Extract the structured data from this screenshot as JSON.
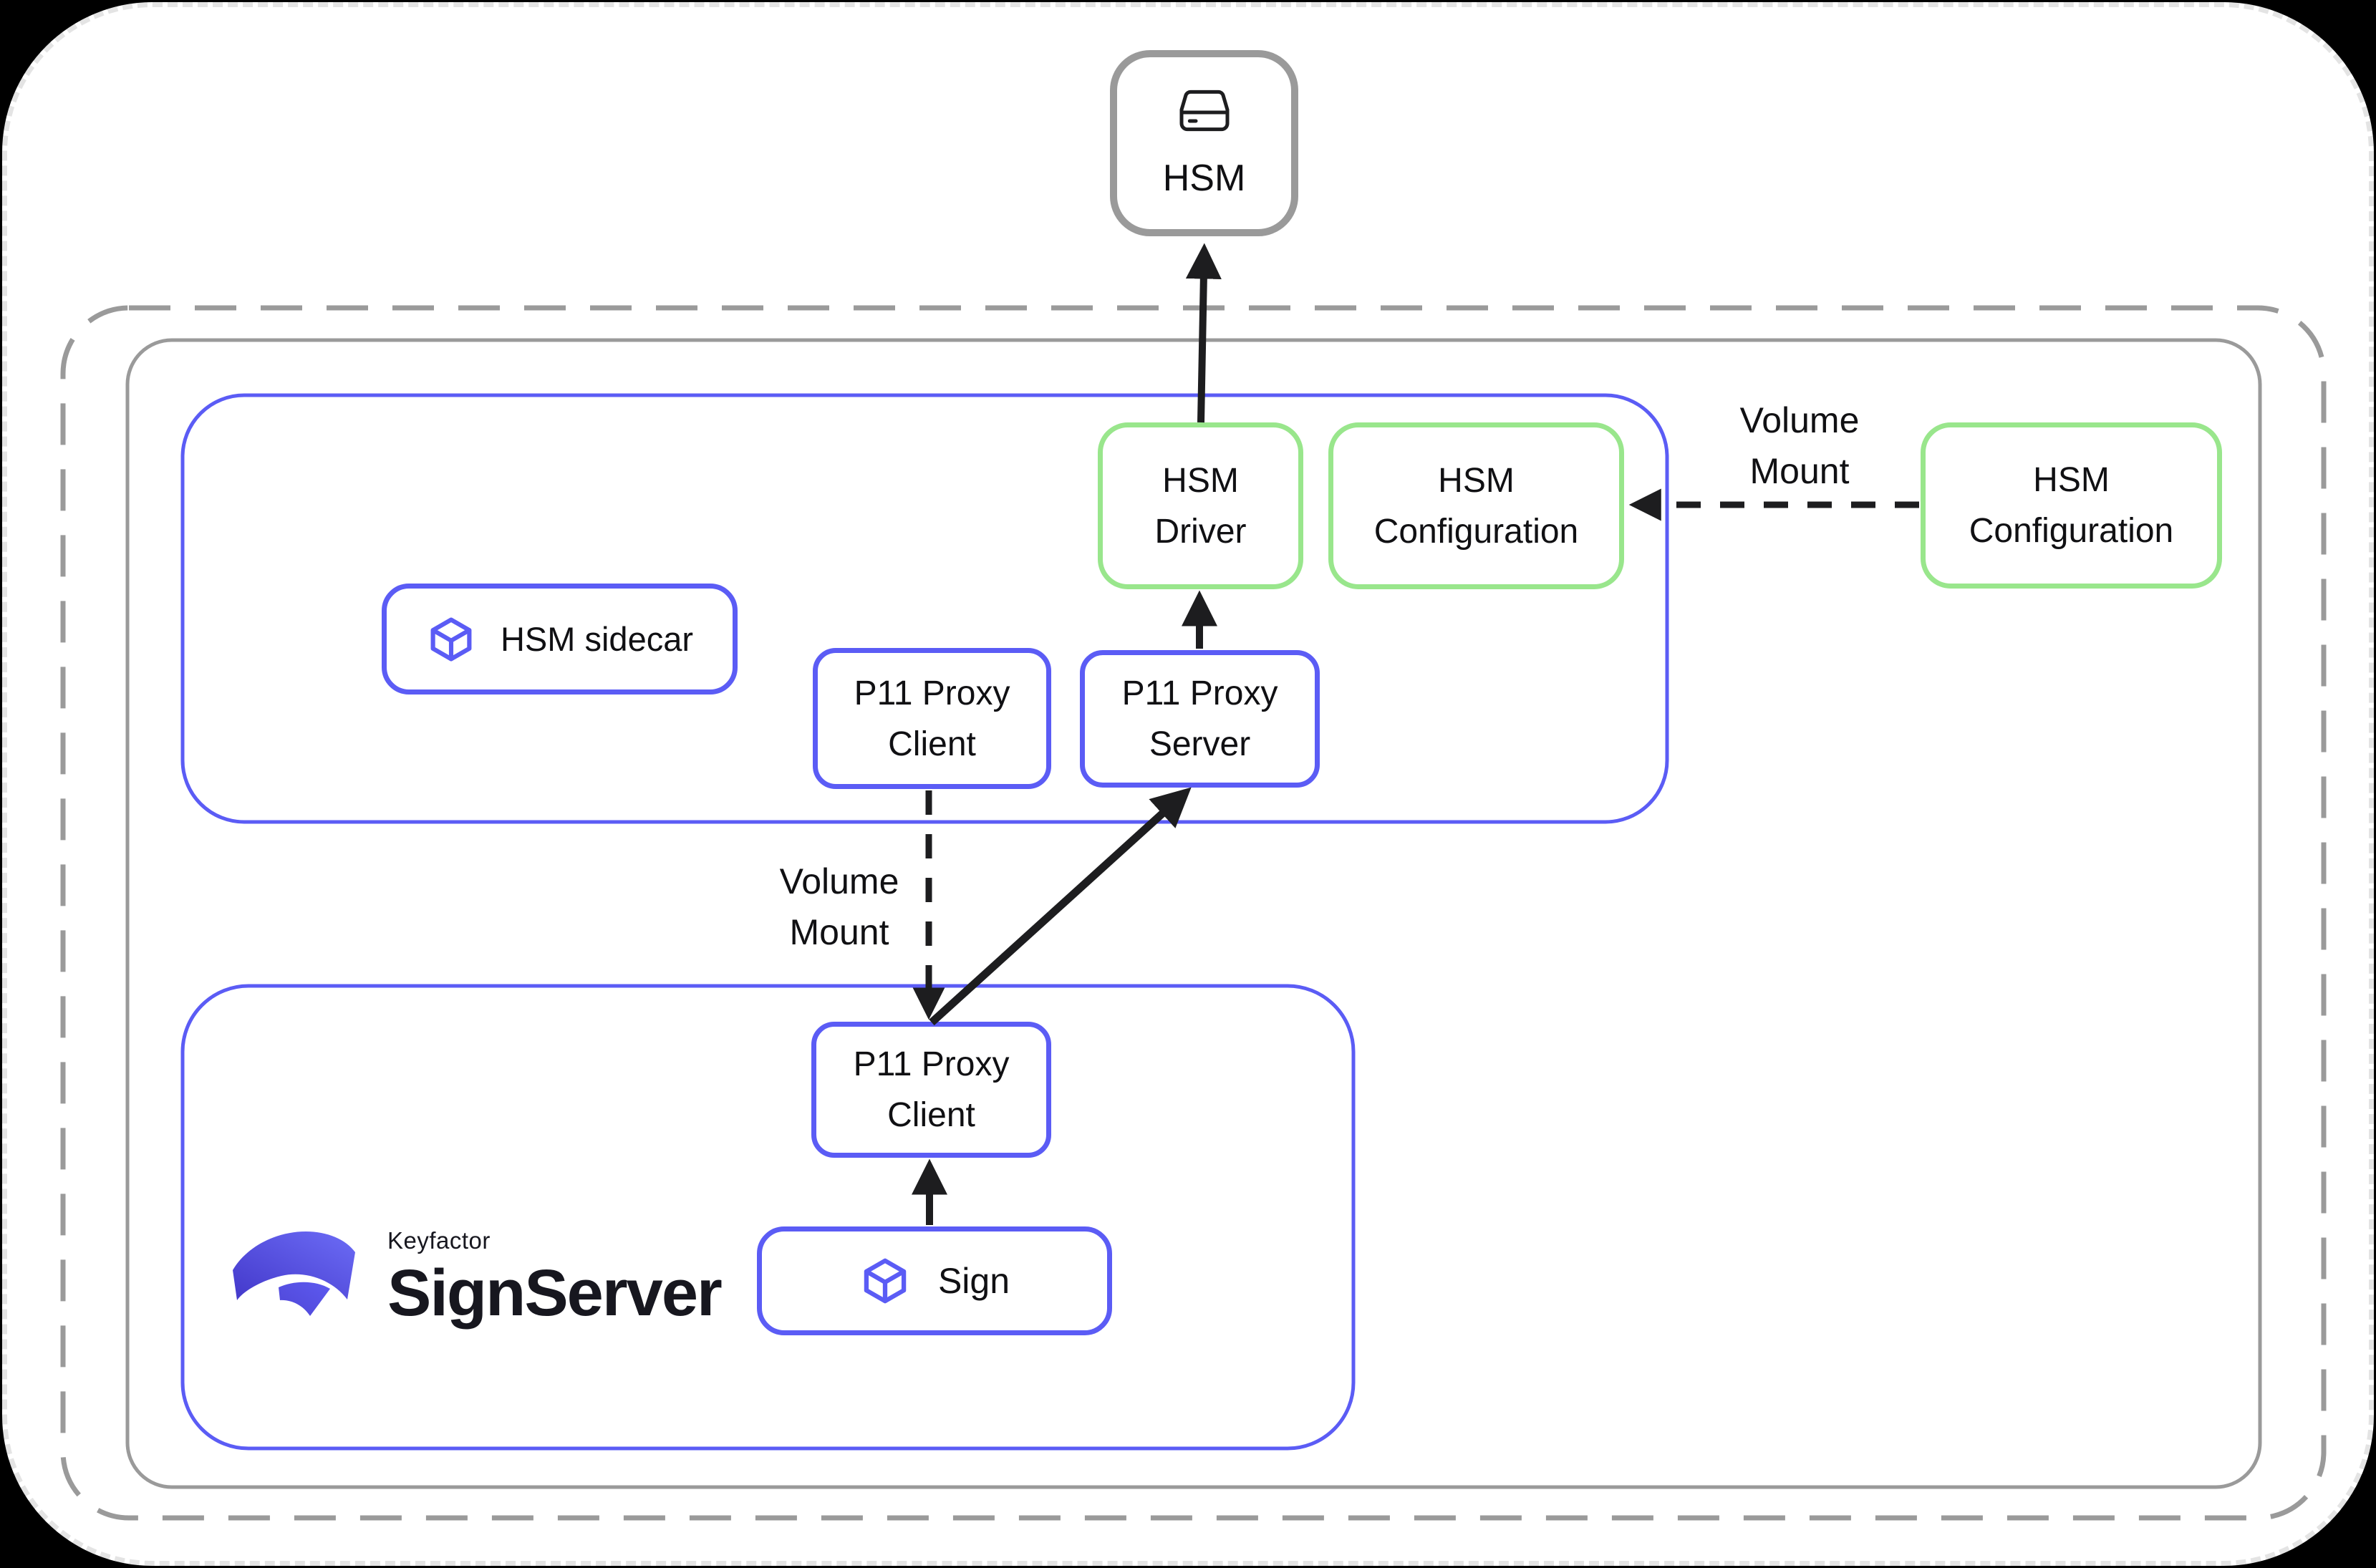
{
  "colors": {
    "indigo_stroke": "#5b5cf5",
    "green_stroke": "#99e68c",
    "gray_stroke": "#9a9a9a",
    "arrow_black": "#1d1d1f",
    "canvas_dash": "#e4e4e4",
    "logo_gradient_dark": "#4338ca",
    "logo_gradient_light": "#6c6cf6",
    "text": "#101013"
  },
  "hsm": {
    "label": "HSM"
  },
  "pod_hsm_sidecar": {
    "sidecar": {
      "label": "HSM sidecar"
    },
    "p11_proxy_client": {
      "line1": "P11 Proxy",
      "line2": "Client"
    },
    "p11_proxy_server": {
      "line1": "P11 Proxy",
      "line2": "Server"
    },
    "hsm_driver": {
      "line1": "HSM",
      "line2": "Driver"
    },
    "hsm_configuration": {
      "line1": "HSM",
      "line2": "Configuration"
    }
  },
  "pod_signserver": {
    "p11_proxy_client": {
      "line1": "P11 Proxy",
      "line2": "Client"
    },
    "sign": {
      "label": "Sign"
    },
    "logo": {
      "brand": "Keyfactor",
      "product": "SignServer"
    }
  },
  "external": {
    "hsm_configuration": {
      "line1": "HSM",
      "line2": "Configuration"
    }
  },
  "labels": {
    "volume_mount_right": {
      "line1": "Volume",
      "line2": "Mount"
    },
    "volume_mount_middle": {
      "line1": "Volume",
      "line2": "Mount"
    }
  }
}
